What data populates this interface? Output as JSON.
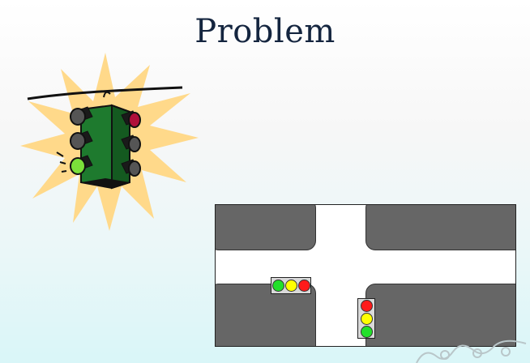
{
  "slide": {
    "title": "Problem"
  },
  "colors": {
    "title_text": "#14253f",
    "burst": "#ffd98a",
    "signal_body": "#1e7a2e",
    "city_block": "#666666",
    "lamp_green": "#22e02a",
    "lamp_yellow": "#ffff00",
    "lamp_red": "#ff1a1a"
  },
  "clipart": {
    "icon": "traffic-light-burst-icon"
  },
  "intersection": {
    "horizontal_signal": {
      "lamps": [
        "green",
        "yellow",
        "red"
      ]
    },
    "vertical_signal": {
      "lamps": [
        "red",
        "yellow",
        "green"
      ]
    }
  }
}
